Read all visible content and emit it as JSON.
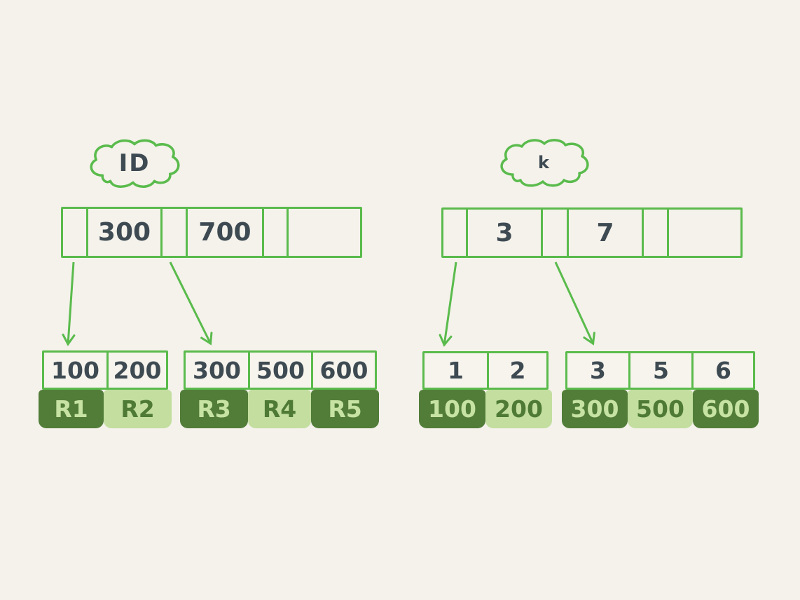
{
  "diagram": {
    "description_colors": {
      "background": "#f4f2eb",
      "stroke_green": "#5abb4c",
      "fill_dark_green": "#527d39",
      "fill_light_green": "#c3de9f",
      "ink": "#3e4a52"
    },
    "left": {
      "cloud_label": "ID",
      "top_bar": {
        "cells": [
          "",
          "300",
          "",
          "700",
          "",
          ""
        ]
      },
      "leaves": [
        {
          "keys": [
            "100",
            "200"
          ],
          "records": [
            {
              "label": "R1",
              "tone": "dark"
            },
            {
              "label": "R2",
              "tone": "light"
            }
          ]
        },
        {
          "keys": [
            "300",
            "500",
            "600"
          ],
          "records": [
            {
              "label": "R3",
              "tone": "dark"
            },
            {
              "label": "R4",
              "tone": "light"
            },
            {
              "label": "R5",
              "tone": "dark"
            }
          ]
        }
      ]
    },
    "right": {
      "cloud_label": "k",
      "top_bar": {
        "cells": [
          "",
          "3",
          "",
          "7",
          "",
          ""
        ]
      },
      "leaves": [
        {
          "keys": [
            "1",
            "2"
          ],
          "records": [
            {
              "label": "100",
              "tone": "dark"
            },
            {
              "label": "200",
              "tone": "light"
            }
          ]
        },
        {
          "keys": [
            "3",
            "5",
            "6"
          ],
          "records": [
            {
              "label": "300",
              "tone": "dark"
            },
            {
              "label": "500",
              "tone": "light"
            },
            {
              "label": "600",
              "tone": "dark"
            }
          ]
        }
      ]
    }
  }
}
